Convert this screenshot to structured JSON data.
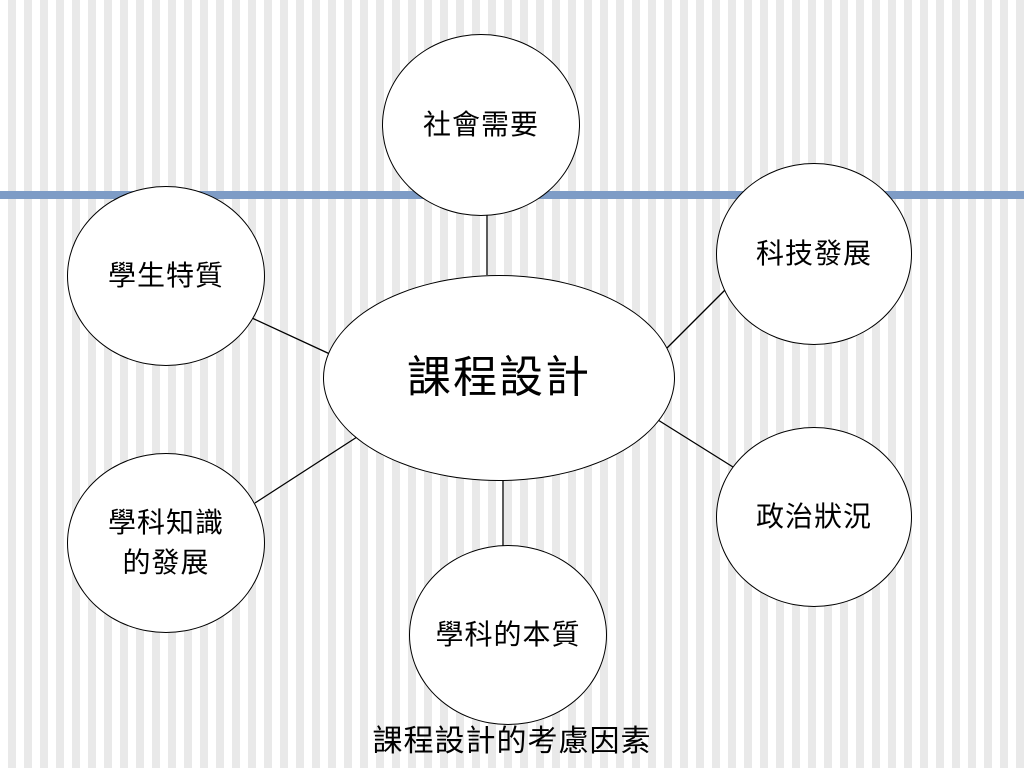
{
  "diagram": {
    "center": {
      "label": "課程設計"
    },
    "factors": [
      {
        "label": "社會需要"
      },
      {
        "label": "科技發展"
      },
      {
        "label": "政治狀況"
      },
      {
        "label": "學科的本質"
      },
      {
        "label": "學科知識\n的發展"
      },
      {
        "label": "學生特質"
      }
    ],
    "caption": "課程設計的考慮因素"
  },
  "colors": {
    "accent_bar": "#7e9cc6",
    "stripe": "#e9e9e9",
    "node_fill": "#ffffff",
    "stroke": "#000000"
  }
}
